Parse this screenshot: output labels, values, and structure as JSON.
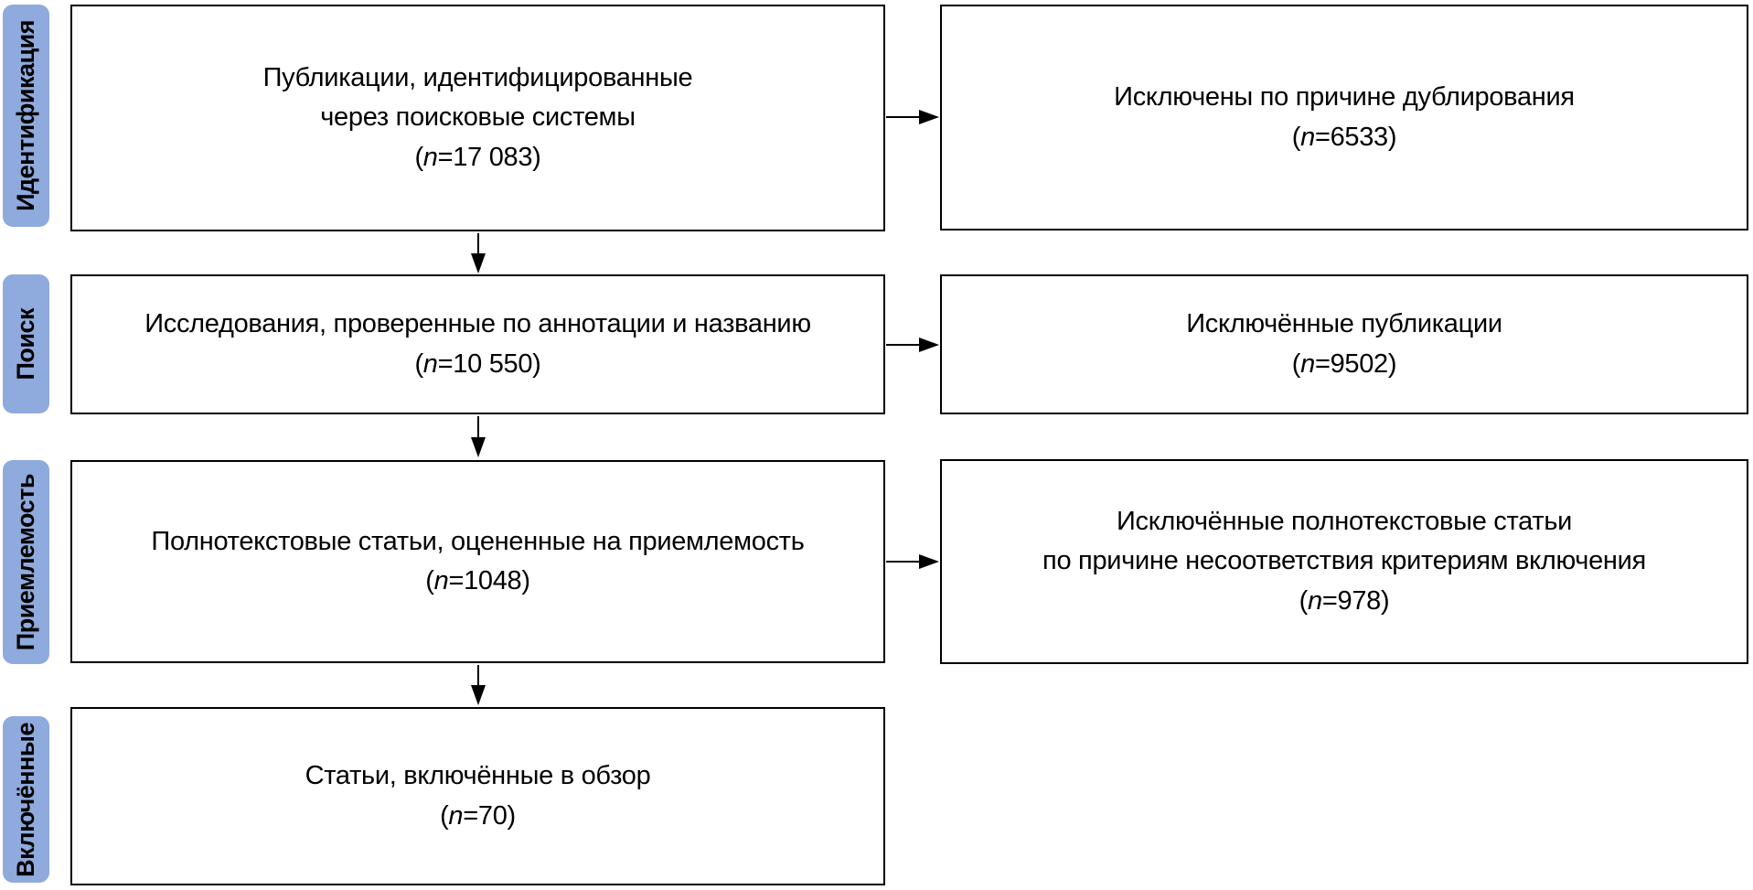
{
  "diagram": {
    "title": "PRISMA flow diagram (publication selection)",
    "colors": {
      "stage_label_bg": "#8FAADC",
      "box_border": "#000000",
      "box_bg": "#FFFFFF",
      "text": "#000000",
      "arrow": "#000000"
    },
    "stages": [
      {
        "label": "Идентификация",
        "main_box": {
          "lines": [
            "Публикации, идентифицированные",
            "через поисковые системы"
          ],
          "n_prefix": "(",
          "n_italic": "n",
          "n_suffix": "=17 083)",
          "n_value": "17 083"
        },
        "side_box": {
          "lines": [
            "Исключены по причине дублирования"
          ],
          "n_prefix": "(",
          "n_italic": "n",
          "n_suffix": "=6533)",
          "n_value": "6533"
        }
      },
      {
        "label": "Поиск",
        "main_box": {
          "lines": [
            "Исследования, проверенные по аннотации и названию"
          ],
          "n_prefix": "(",
          "n_italic": "n",
          "n_suffix": "=10 550)",
          "n_value": "10 550"
        },
        "side_box": {
          "lines": [
            "Исключённые публикации"
          ],
          "n_prefix": "(",
          "n_italic": "n",
          "n_suffix": "=9502)",
          "n_value": "9502"
        }
      },
      {
        "label": "Приемлемость",
        "main_box": {
          "lines": [
            "Полнотекстовые статьи, оцененные на приемлемость"
          ],
          "n_prefix": "(",
          "n_italic": "n",
          "n_suffix": "=1048)",
          "n_value": "1048"
        },
        "side_box": {
          "lines": [
            "Исключённые полнотекстовые статьи",
            "по причине несоответствия критериям включения"
          ],
          "n_prefix": "(",
          "n_italic": "n",
          "n_suffix": "=978)",
          "n_value": "978"
        }
      },
      {
        "label": "Включённые",
        "main_box": {
          "lines": [
            "Статьи, включённые в обзор"
          ],
          "n_prefix": "(",
          "n_italic": "n",
          "n_suffix": "=70)",
          "n_value": "70"
        },
        "side_box": null
      }
    ]
  }
}
